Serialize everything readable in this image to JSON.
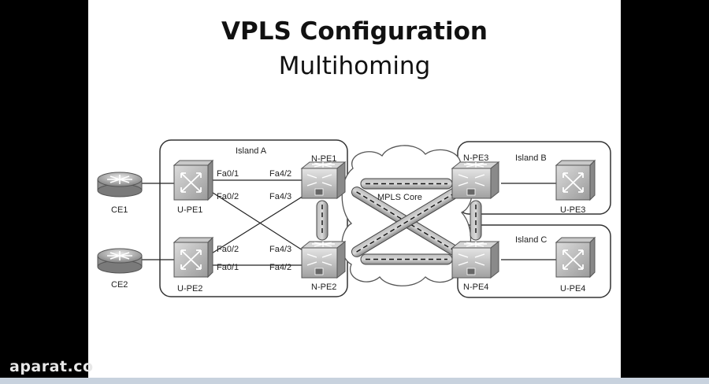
{
  "title": "VPLS Configuration",
  "subtitle": "Multihoming",
  "watermark": "aparat.co",
  "diagram": {
    "islands": {
      "a": "Island A",
      "b": "Island B",
      "c": "Island C"
    },
    "core": "MPLS Core",
    "devices": {
      "ce1": "CE1",
      "ce2": "CE2",
      "upe1": "U-PE1",
      "upe2": "U-PE2",
      "upe3": "U-PE3",
      "upe4": "U-PE4",
      "npe1": "N-PE1",
      "npe2": "N-PE2",
      "npe3": "N-PE3",
      "npe4": "N-PE4"
    },
    "interfaces": {
      "upe1_top": "Fa0/1",
      "upe1_bottom": "Fa0/2",
      "npe1_top": "Fa4/2",
      "npe1_bottom": "Fa4/3",
      "upe2_top": "Fa0/2",
      "upe2_bottom": "Fa0/1",
      "npe2_top": "Fa4/3",
      "npe2_bottom": "Fa4/2"
    }
  }
}
